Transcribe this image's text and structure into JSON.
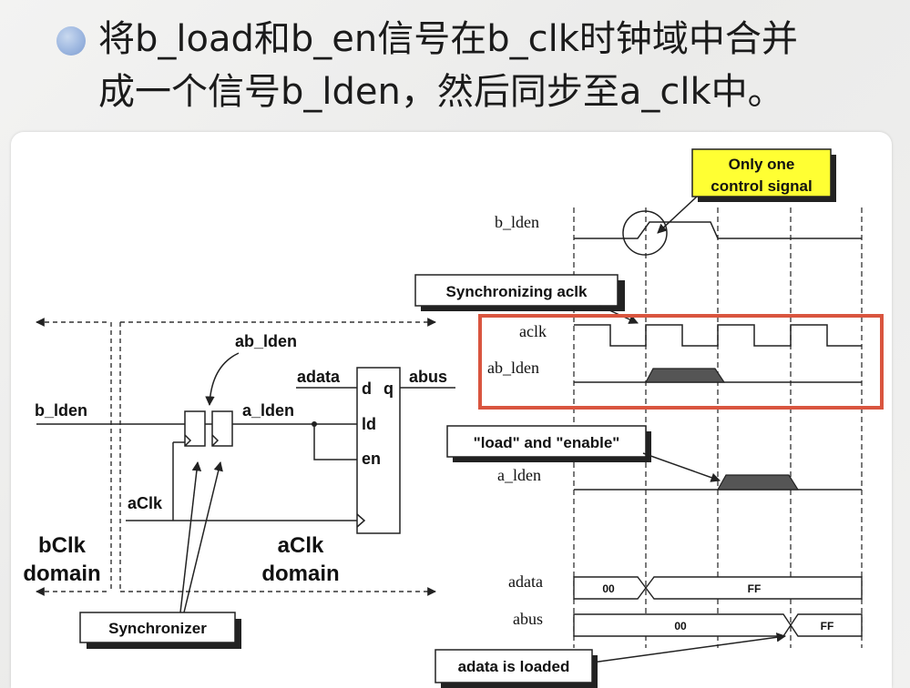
{
  "slide": {
    "title_line1": "将b_load和b_en信号在b_clk时钟域中合并",
    "title_line2": "成一个信号b_lden，然后同步至a_clk中。"
  },
  "schematic": {
    "b_lden_label": "b_lden",
    "ab_lden_label": "ab_lden",
    "a_lden_label": "a_lden",
    "adata_label": "adata",
    "abus_label": "abus",
    "aclk_label": "aClk",
    "pin_d": "d",
    "pin_q": "q",
    "pin_ld": "ld",
    "pin_en": "en",
    "bclk_domain_line1": "bClk",
    "bclk_domain_line2": "domain",
    "aclk_domain_line1": "aClk",
    "aclk_domain_line2": "domain",
    "synchronizer_callout": "Synchronizer"
  },
  "timing": {
    "only_one_line1": "Only one",
    "only_one_line2": "control signal",
    "sync_aclk_callout": "Synchronizing aclk",
    "load_enable_callout": "\"load\" and \"enable\"",
    "adata_loaded_callout": "adata is loaded",
    "b_lden_label": "b_lden",
    "aclk_label": "aclk",
    "ab_lden_label": "ab_lden",
    "a_lden_label": "a_lden",
    "adata_label": "adata",
    "abus_label": "abus",
    "adata_val_1": "00",
    "adata_val_2": "FF",
    "abus_val_1": "00",
    "abus_val_2": "FF"
  },
  "colors": {
    "highlight_box": "#d9553f",
    "callout_yellow": "#ffff33",
    "pulse_fill": "#555555"
  }
}
